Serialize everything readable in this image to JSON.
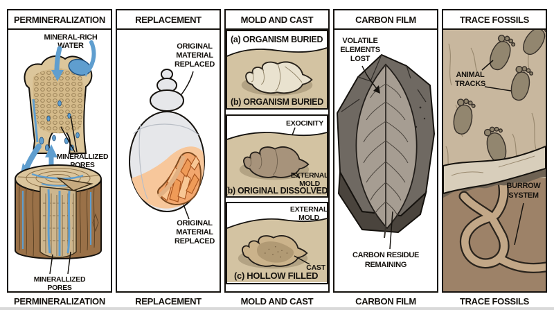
{
  "palette": {
    "ink": "#15120e",
    "water_blue": "#5f9ecf",
    "bone_tan": "#dcc69b",
    "wood_bark": "#9a7148",
    "wood_face": "#cdb68e",
    "sand": "#d3c3a2",
    "shell_cream": "#e9e2cf",
    "shell_gray": "#e6e7ea",
    "crystal_orange": "#f2a76e",
    "mold_brown": "#a7937b",
    "cast_tan": "#cbb38b",
    "rock_gray": "#6f6962",
    "leaf_gray": "#a69d92",
    "trace_ground": "#c8b79e",
    "subsoil_brown": "#9d8268",
    "burrow_tan": "#c2a787"
  },
  "panels": [
    {
      "title": "PERMINERALIZATION",
      "footer": "PERMINERALIZATION",
      "labels": {
        "water1": "MINERAL-RICH",
        "water2": "WATER",
        "pores_top1": "MINERALLIZED",
        "pores_top2": "PORES",
        "pores_bottom1": "MINERALLIZED",
        "pores_bottom2": "PORES"
      }
    },
    {
      "title": "REPLACEMENT",
      "footer": "REPLACEMENT",
      "labels": {
        "top1": "ORIGINAL",
        "top2": "MATERIAL",
        "top3": "REPLACED",
        "bottom1": "ORIGINAL",
        "bottom2": "MATERIAL",
        "bottom3": "REPLACED"
      }
    },
    {
      "title": "MOLD AND CAST",
      "footer": "MOLD AND CAST",
      "sub_a": {
        "header": "(a) ORGANISM BURIED",
        "caption": "(b) ORGANISM BURIED"
      },
      "sub_b": {
        "header": "EXOCINITY",
        "mold1": "EXTERNAL",
        "mold2": "MOLD",
        "caption": "(b) ORIGINAL DISSOLVED"
      },
      "sub_c": {
        "header1": "EXTERNAL",
        "header2": "MOLD",
        "cast": "CAST",
        "caption": "(c) HOLLOW FILLED"
      }
    },
    {
      "title": "CARBON FILM",
      "footer": "CARBON FILM",
      "labels": {
        "volatile1": "VOLATILE",
        "volatile2": "ELEMENTS",
        "volatile3": "LOST",
        "residue1": "CARBON RESIDUE",
        "residue2": "REMAINING"
      }
    },
    {
      "title": "TRACE FOSSILS",
      "footer": "TRACE FOSSILS",
      "labels": {
        "tracks1": "ANIMAL",
        "tracks2": "TRACKS",
        "burrow1": "BURROW",
        "burrow2": "SYSTEM"
      }
    }
  ]
}
